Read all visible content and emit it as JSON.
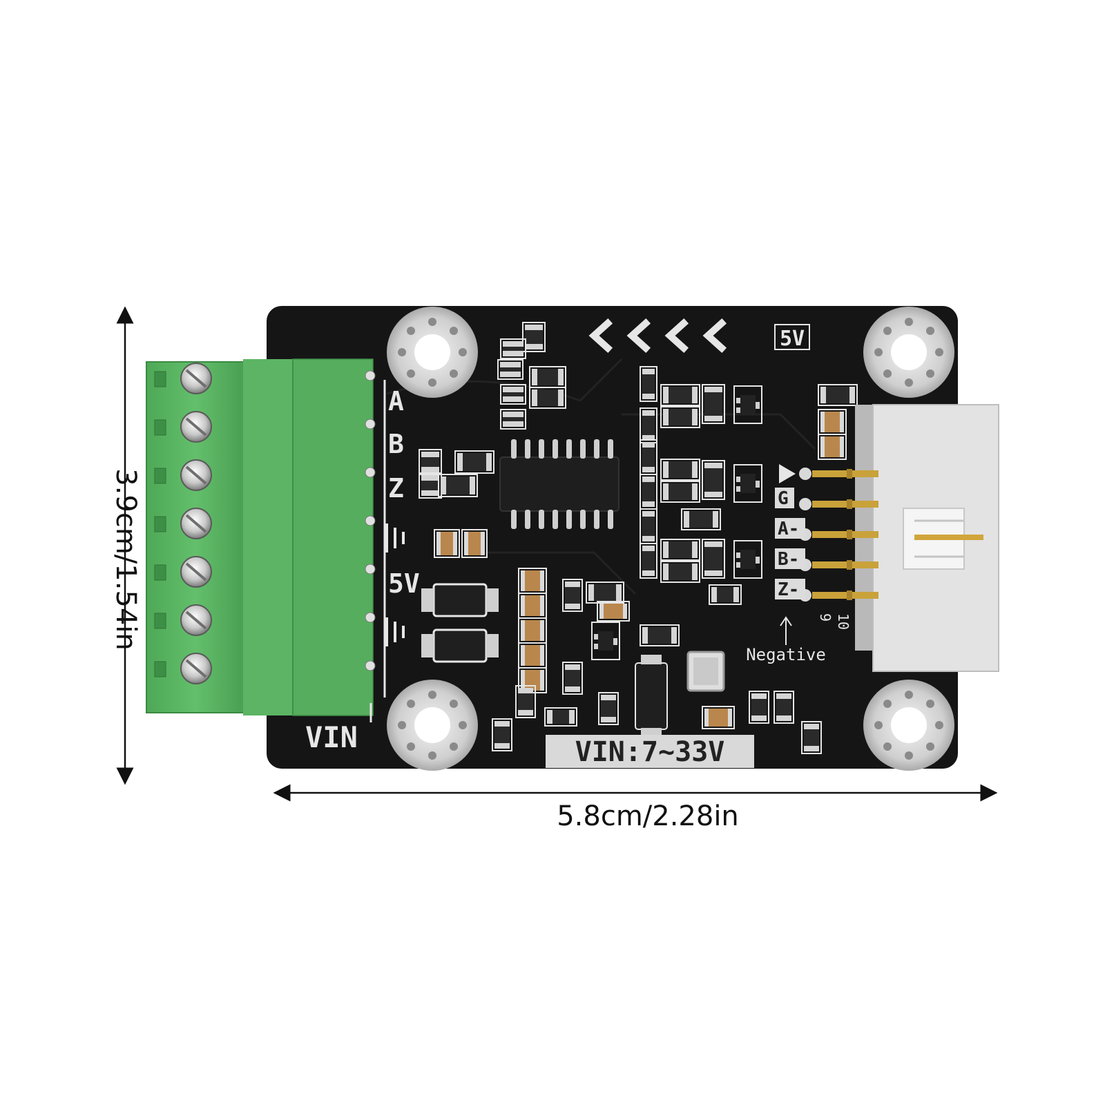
{
  "dimensions": {
    "height_label": "3.9cm/1.54in",
    "width_label": "5.8cm/2.28in"
  },
  "terminal_labels": [
    "A",
    "B",
    "Z",
    "",
    "5V",
    ""
  ],
  "vin_label": "VIN",
  "voltage_banner": "VIN:7~33V",
  "top_power_label": "5V",
  "header_labels": [
    "G",
    "A-",
    "B-",
    "Z-"
  ],
  "pin_numbers": [
    "9",
    "10"
  ],
  "negative_label": "Negative",
  "colors": {
    "pcb": "#141414",
    "terminal_green": "#5bb563",
    "silkscreen": "#e6e6e6",
    "gold_pin": "#c9a23a"
  }
}
